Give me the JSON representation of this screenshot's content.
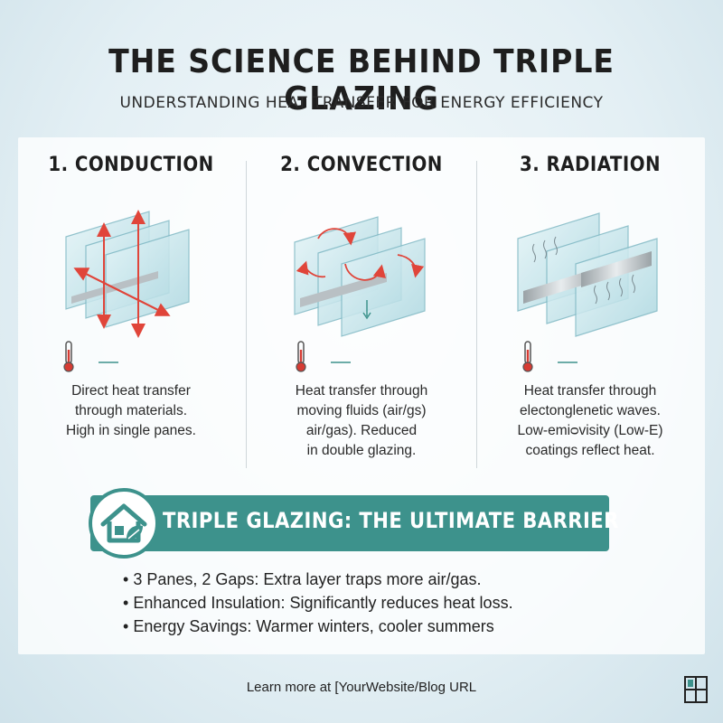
{
  "header": {
    "title": "THE SCIENCE BEHIND TRIPLE GLAZING",
    "subtitle": "UNDERSTANDING HEAT TRANSFER FOR ENERGY EFFICIENCY"
  },
  "sections": [
    {
      "title": "1. CONDUCTION",
      "description": "Direct heat transfer\nthrough materials.\nHigh in single panes."
    },
    {
      "title": "2. CONVECTION",
      "description": "Heat transfer through\nmoving fluids (air/ɡs)\nair/gas). Reduced\nin double glazing."
    },
    {
      "title": "3. RADIATION",
      "description": "Heat transfer through\nelectonglenetic waves.\nLow-emiᴑvisity (Low-E)\ncoatings reflect heat."
    }
  ],
  "banner": {
    "title": "TRIPLE GLAZING: THE ULTIMATE BARRIER"
  },
  "bullets": [
    "3 Panes, 2 Gaps: Extra layer traps more air/gas.",
    "Enhanced Insulation: Significantly reduces heat loss.",
    "Energy Savings: Warmer winters, cooler summers"
  ],
  "footer": {
    "text": "Learn more at [YourWebsite/Blog URL"
  },
  "colors": {
    "accent": "#3d928c",
    "arrow": "#e0453a",
    "glass": "#bfe3ea"
  },
  "icons": {
    "banner": "house-leaf-icon",
    "section": "thermometer-icon",
    "footer": "logo-icon"
  }
}
